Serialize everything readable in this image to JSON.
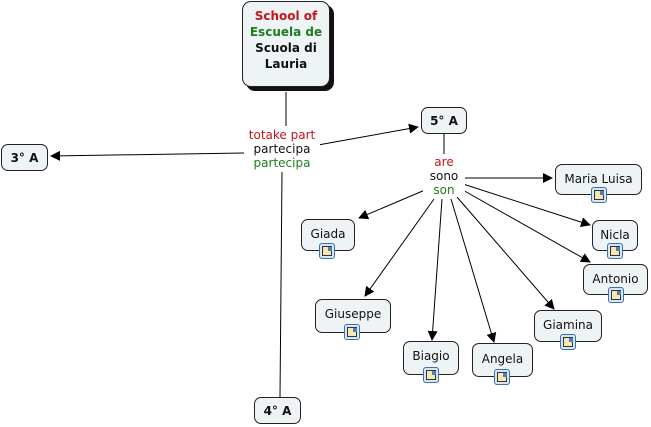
{
  "root": {
    "lines": [
      {
        "text": "School of",
        "color": "#c4161c"
      },
      {
        "text": "Escuela de",
        "color": "#1e7d1e"
      },
      {
        "text": "Scuola di",
        "color": "#111111"
      },
      {
        "text": "Lauria",
        "color": "#111111"
      }
    ]
  },
  "link_root": {
    "en": "totake part",
    "it": "partecipa",
    "es": "partecipa"
  },
  "classes": {
    "c3": "3° A",
    "c4": "4° A",
    "c5": "5° A"
  },
  "link_class": {
    "en": "are",
    "it": "sono",
    "es": "son"
  },
  "students": [
    {
      "name": "Maria Luisa",
      "resource_icon": "document-image-icon"
    },
    {
      "name": "Nicla",
      "resource_icon": "document-image-icon"
    },
    {
      "name": "Antonio",
      "resource_icon": "document-image-icon"
    },
    {
      "name": "Giamina",
      "resource_icon": "document-image-icon"
    },
    {
      "name": "Angela",
      "resource_icon": "document-image-icon"
    },
    {
      "name": "Biagio",
      "resource_icon": "document-image-icon"
    },
    {
      "name": "Giuseppe",
      "resource_icon": "document-image-icon"
    },
    {
      "name": "Giada",
      "resource_icon": "document-image-icon"
    }
  ],
  "colors": {
    "node_fill": "#eef3f6",
    "english": "#c4161c",
    "spanish": "#1e7d1e",
    "italian": "#111111"
  }
}
